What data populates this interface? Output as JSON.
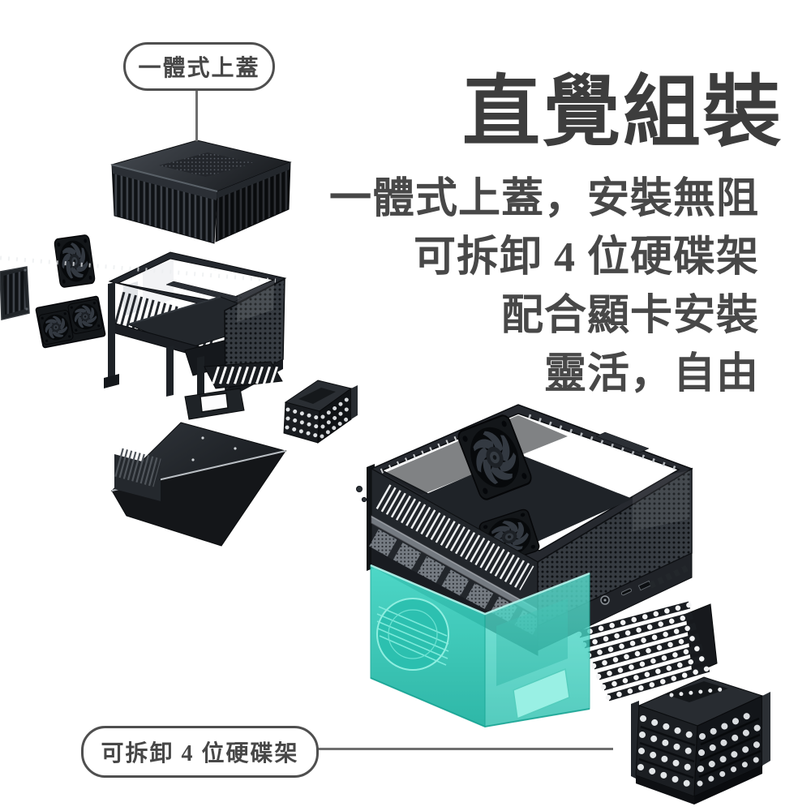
{
  "headline": {
    "title": "直覺組裝",
    "lines": [
      "一體式上蓋，安裝無阻",
      "可拆卸 4 位硬碟架",
      "配合顯卡安裝",
      "靈活，自由"
    ]
  },
  "callouts": {
    "top_cover": {
      "label": "一體式上蓋"
    },
    "hdd_cage": {
      "label": "可拆卸 4 位硬碟架"
    }
  },
  "colors": {
    "background": "#ffffff",
    "text_primary": "#3d3d3d",
    "text_secondary": "#484848",
    "callout_border": "#4f4f4f",
    "leader_line": "#6e6e6e",
    "chassis_dark": "#15181c",
    "chassis_mid": "#2b2f34",
    "chassis_light": "#747a81",
    "highlight_teal": "#2cc4b2",
    "highlight_teal_light": "#5ce2d2"
  }
}
